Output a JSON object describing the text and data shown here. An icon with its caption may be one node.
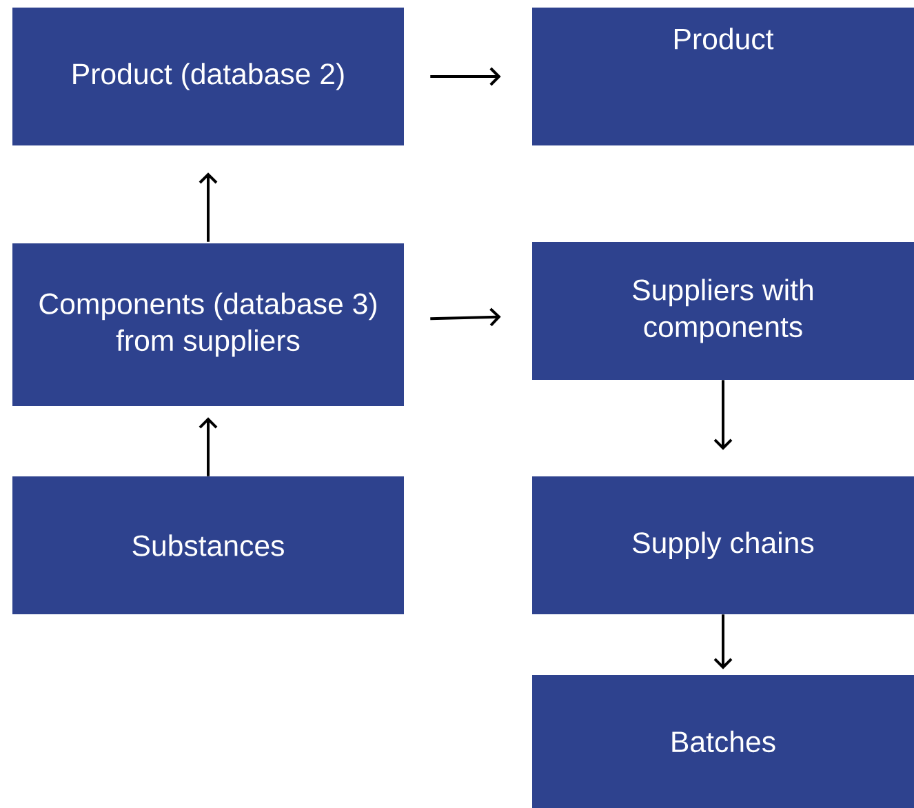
{
  "diagram": {
    "nodes": [
      {
        "text": [
          "Product (database 2)"
        ]
      },
      {
        "text": [
          "Product"
        ]
      },
      {
        "text": [
          "Components (database 3) from suppliers"
        ]
      },
      {
        "text": [
          "Suppliers with components"
        ]
      },
      {
        "text": [
          "Substances"
        ]
      },
      {
        "text": [
          "Supply chains"
        ]
      },
      {
        "text": [
          "Batches"
        ]
      }
    ],
    "edges": [
      {
        "from": 0,
        "to": 1,
        "arrow": "to"
      },
      {
        "from": 2,
        "to": 0,
        "arrow": "to"
      },
      {
        "from": 2,
        "to": 3,
        "arrow": "to"
      },
      {
        "from": 4,
        "to": 2,
        "arrow": "to"
      },
      {
        "from": 3,
        "to": 5,
        "arrow": "to"
      },
      {
        "from": 5,
        "to": 6,
        "arrow": "to"
      }
    ]
  }
}
